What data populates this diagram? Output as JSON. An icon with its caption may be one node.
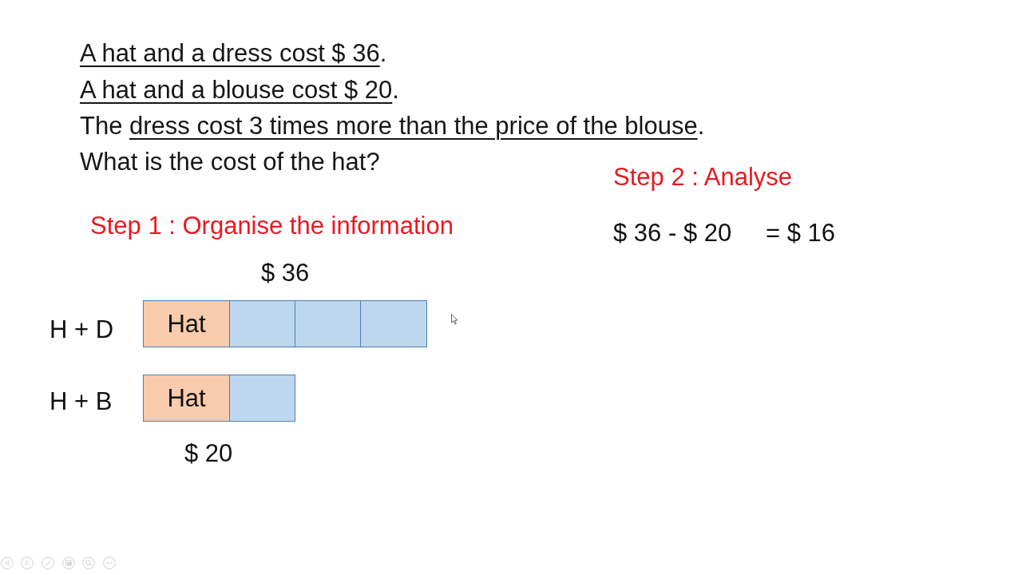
{
  "diagram": {
    "nodes": [
      {
        "text": [
          "Hat"
        ]
      },
      {
        "text": [],
        "shape": "box"
      },
      {
        "text": [],
        "shape": "box"
      },
      {
        "text": [],
        "shape": "box"
      },
      {
        "text": [
          "Hat"
        ]
      },
      {
        "text": [],
        "shape": "box"
      }
    ],
    "labels": [
      "A hat and a dress cost $ 36.",
      "A hat and a blouse cost $ 20.",
      "The dress cost 3 times more than the price of the blouse.",
      "What is the cost of the hat?",
      "Step 1 : Organise the information",
      "$ 36",
      "H + D",
      "H + B",
      "$ 20",
      "Step 2 : Analyse",
      "$ 36 - $ 20",
      "= $ 16"
    ]
  }
}
